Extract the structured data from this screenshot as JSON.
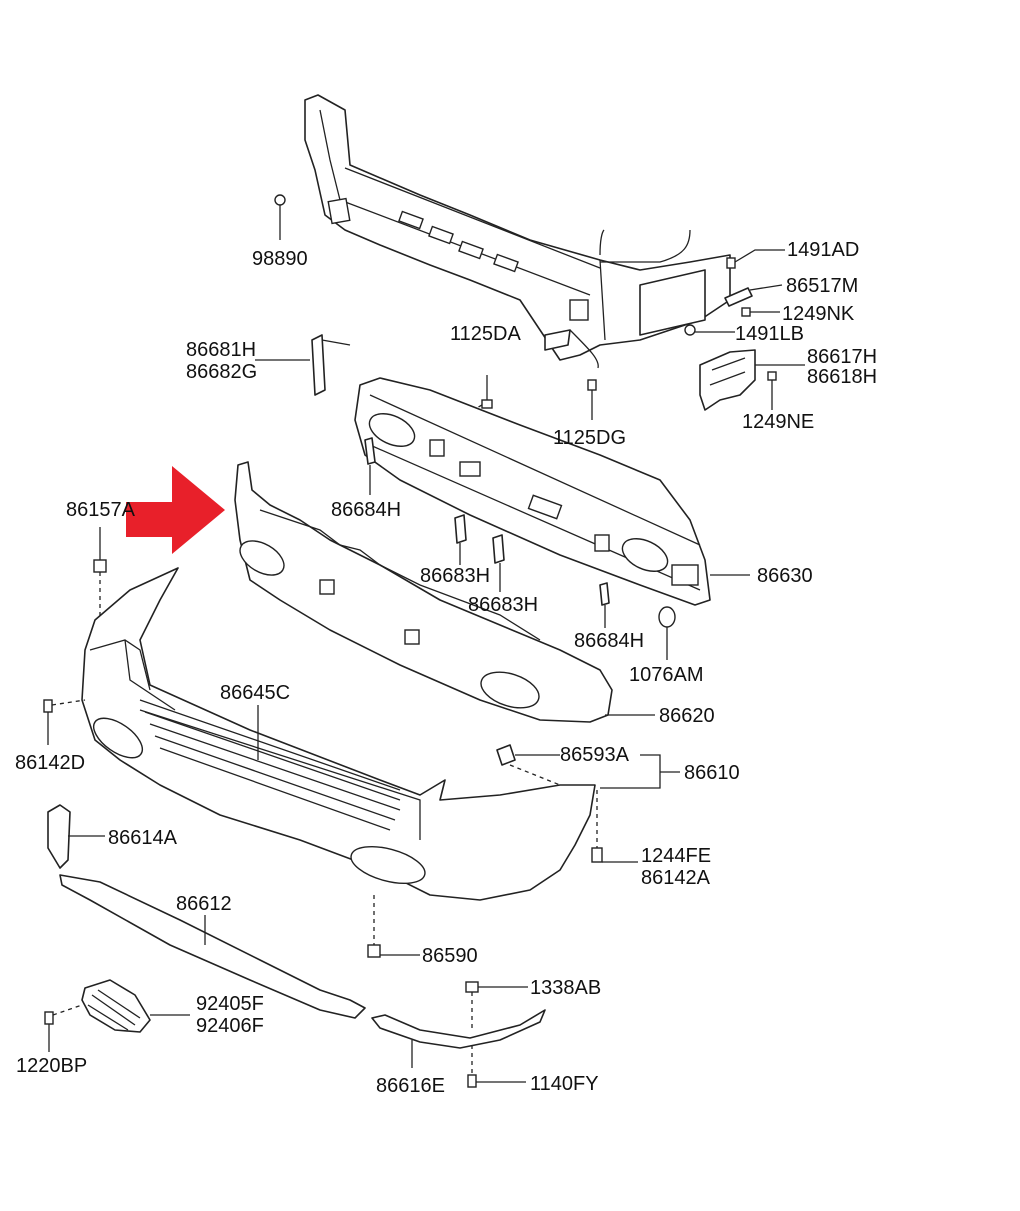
{
  "labels": {
    "l98890": "98890",
    "l1491AD": "1491AD",
    "l86517M": "86517M",
    "l1249NK": "1249NK",
    "l1491LB": "1491LB",
    "l86617H": "86617H",
    "l86618H": "86618H",
    "l1249NE": "1249NE",
    "l86681H": "86681H",
    "l86682G": "86682G",
    "l1125DA": "1125DA",
    "l1125DG": "1125DG",
    "l86684H_a": "86684H",
    "l86683H_a": "86683H",
    "l86683H_b": "86683H",
    "l86684H_b": "86684H",
    "l86630": "86630",
    "l1076AM": "1076AM",
    "l86620": "86620",
    "l86157A": "86157A",
    "l86645C": "86645C",
    "l86142D": "86142D",
    "l86593A": "86593A",
    "l86610": "86610",
    "l86614A": "86614A",
    "l1244FE": "1244FE",
    "l86142A": "86142A",
    "l86612": "86612",
    "l86590": "86590",
    "l1338AB": "1338AB",
    "l92405F": "92405F",
    "l92406F": "92406F",
    "l1220BP": "1220BP",
    "l86616E": "86616E",
    "l1140FY": "1140FY"
  },
  "colors": {
    "arrow": "#e8202a",
    "line": "#222222",
    "background": "#ffffff"
  }
}
